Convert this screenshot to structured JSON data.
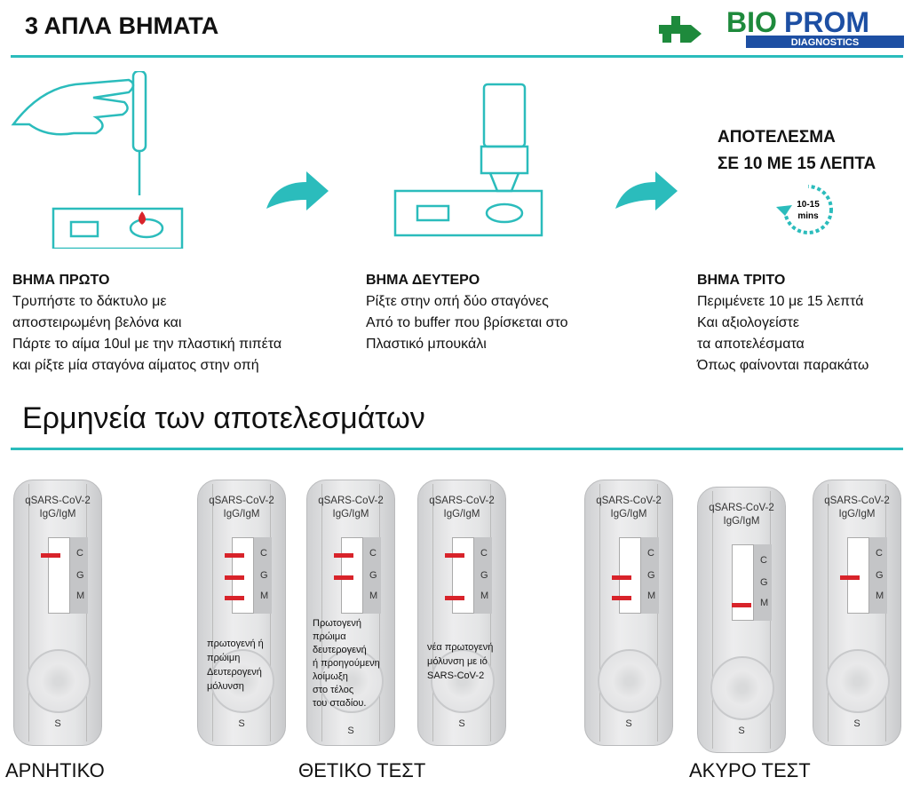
{
  "header": {
    "title": "3 ΑΠΛΑ ΒΗΜΑΤΑ",
    "logo_text": "BIOPROM",
    "logo_sub": "DIAGNOSTICS",
    "accent": "#2bbcbc",
    "brand_green": "#1e8a3c",
    "brand_blue": "#1d4fa3"
  },
  "steps": [
    {
      "title": "ΒΗΜΑ ΠΡΩΤΟ",
      "lines": [
        "Τρυπήστε το δάκτυλο με",
        "αποστειρωμένη βελόνα και",
        "Πάρτε το αίμα 10ul με την πλαστική πιπέτα",
        "και ρίξτε μία σταγόνα αίματος στην οπή"
      ]
    },
    {
      "title": "ΒΗΜΑ ΔΕΥΤΕΡΟ",
      "lines": [
        "Ρίξτε στην οπή δύο σταγόνες",
        "Από το buffer που  βρίσκεται στο",
        "Πλαστικό μπουκάλι"
      ]
    },
    {
      "title": "ΒΗΜΑ ΤΡΙΤΟ",
      "lines": [
        "Περιμένετε 10 με 15 λεπτά",
        "Και αξιολογείστε",
        "τα αποτελέσματα",
        "Όπως φαίνονται παρακάτω"
      ]
    }
  ],
  "result_time": {
    "line1": "ΑΠΟΤΕΛΕΣΜΑ",
    "line2": "ΣΕ 10 ΜΕ 15 ΛΕΠΤΑ",
    "timer_label": "10-15",
    "timer_unit": "mins"
  },
  "interpretation_title": "Ερμηνεία των αποτελεσμάτων",
  "cassette": {
    "name": "qSARS-CoV-2",
    "sub": "IgG/IgM",
    "c": "C",
    "g": "G",
    "m": "M",
    "s": "S"
  },
  "cassettes": [
    {
      "lines": [
        "C"
      ],
      "caption": []
    },
    {
      "lines": [
        "C",
        "G",
        "M"
      ],
      "caption": [
        "πρωτογενή ή",
        "πρώιμη",
        "Δευτερογενή",
        "μόλυνση"
      ]
    },
    {
      "lines": [
        "C",
        "G"
      ],
      "caption": [
        "Πρωτογενή",
        "πρώιμα",
        "δευτερογενή",
        "ή προηγούμενη",
        "λοίμωξη",
        "στο τέλος",
        "του σταδίου."
      ]
    },
    {
      "lines": [
        "C",
        "M"
      ],
      "caption": [
        "νέα πρωτογενή",
        "μόλυνση με ιό",
        "SARS-CoV-2"
      ]
    },
    {
      "lines": [
        "G",
        "M"
      ],
      "caption": []
    },
    {
      "lines": [
        "M"
      ],
      "caption": []
    },
    {
      "lines": [
        "G"
      ],
      "caption": []
    }
  ],
  "categories": {
    "negative": "ΑΡΝΗΤΙΚΟ",
    "positive": "ΘΕΤΙΚΟ  ΤΕΣΤ",
    "invalid": "ΑΚΥΡΟ ΤΕΣΤ"
  }
}
